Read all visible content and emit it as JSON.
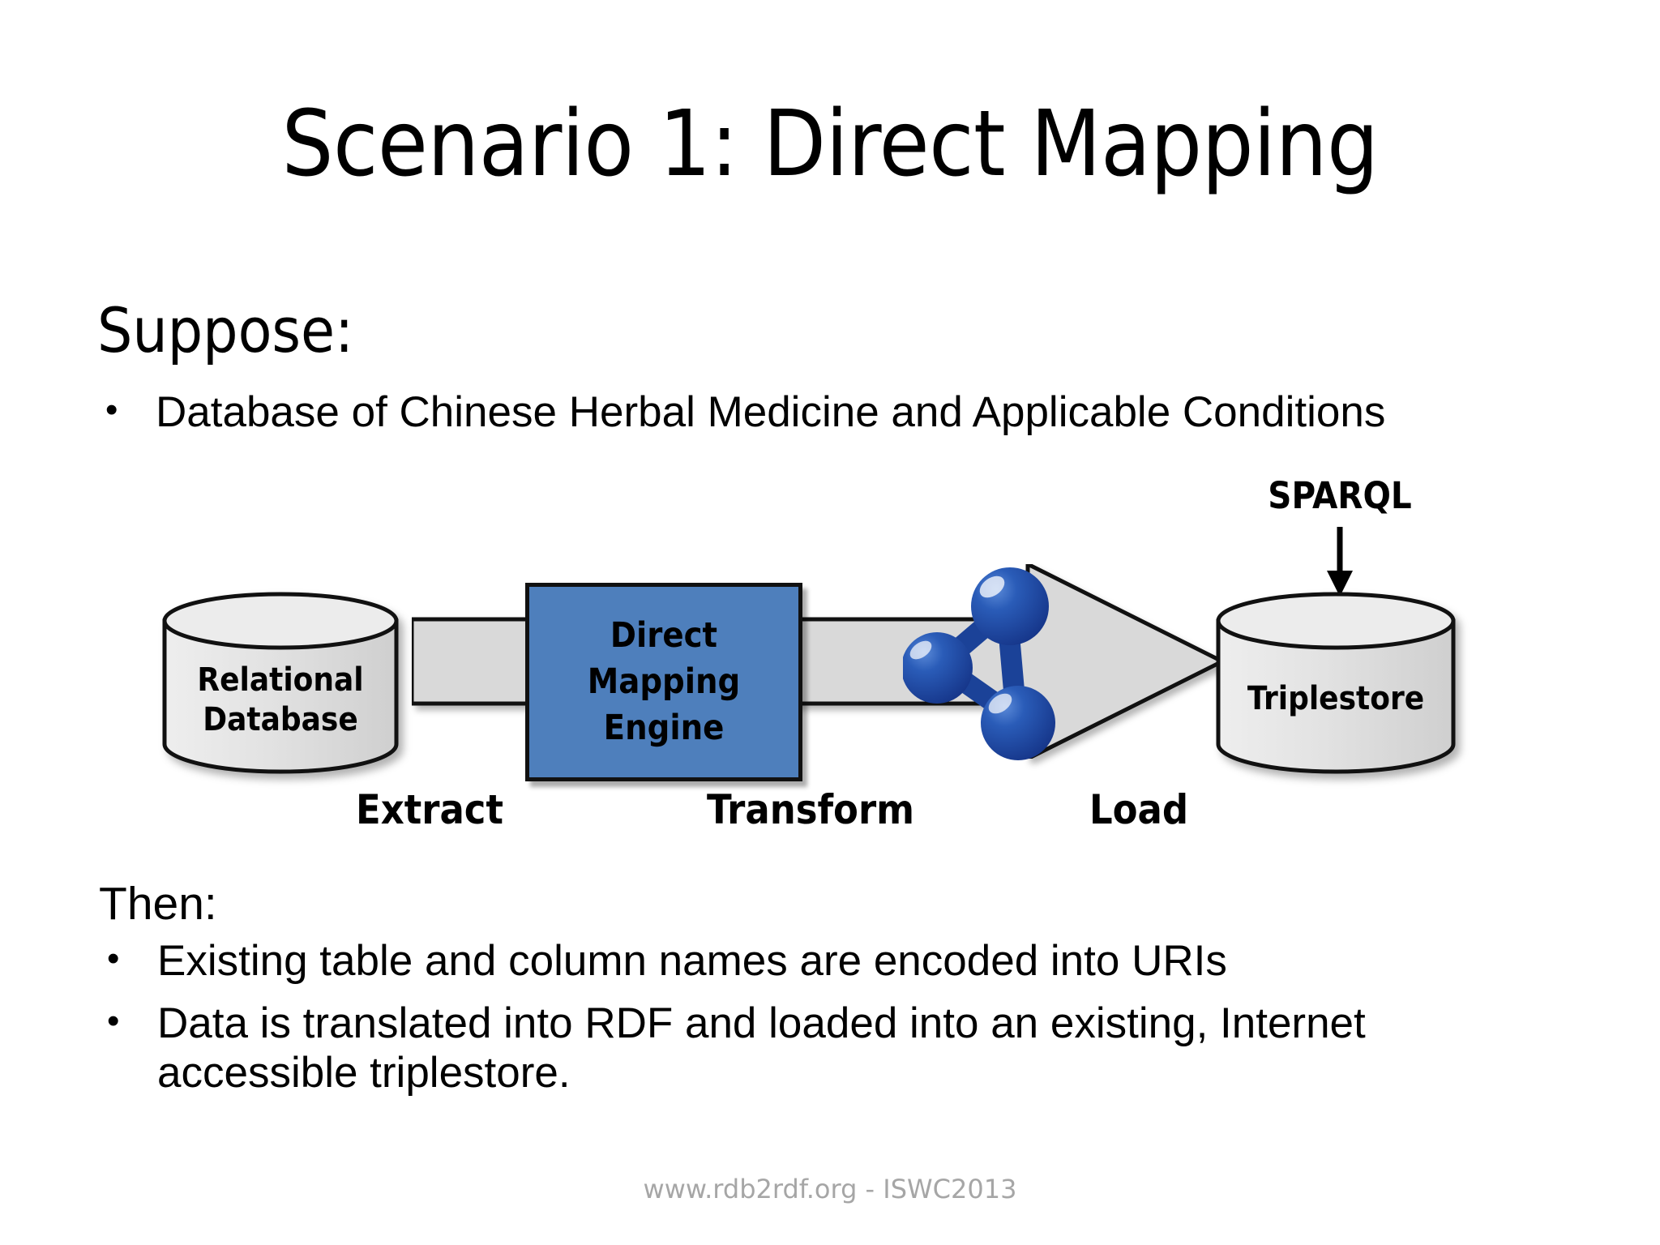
{
  "slide": {
    "title": "Scenario 1: Direct Mapping",
    "background_color": "#ffffff",
    "text_color": "#000000"
  },
  "suppose": {
    "heading": "Suppose:",
    "bullets": [
      {
        "marker": "•",
        "text": "Database of Chinese Herbal Medicine and Applicable Conditions"
      }
    ]
  },
  "diagram": {
    "title": "ETL pipeline: relational database to triplestore",
    "source": {
      "label_line1": "Relational",
      "label_line2": "Database",
      "shape": "cylinder",
      "fill_color": "#e0e0e0",
      "stroke_color": "#111111"
    },
    "engine": {
      "label_line1": "Direct",
      "label_line2": "Mapping",
      "label_line3": "Engine",
      "shape": "rectangle",
      "fill_color": "#4e7fbc",
      "stroke_color": "#111111"
    },
    "rdf_icon": {
      "name": "rdf-graph-icon",
      "node_color": "#1b4298",
      "node_count": 3
    },
    "target": {
      "label": "Triplestore",
      "shape": "cylinder",
      "fill_color": "#e0e0e0",
      "stroke_color": "#111111"
    },
    "query": {
      "label": "SPARQL",
      "arrow_direction": "down"
    },
    "flow_arrow": {
      "fill_color": "#d9d9d9",
      "stroke_color": "#111111",
      "direction": "right"
    },
    "steps": [
      {
        "label": "Extract"
      },
      {
        "label": "Transform"
      },
      {
        "label": "Load"
      }
    ]
  },
  "then": {
    "heading": "Then:",
    "bullets": [
      {
        "marker": "•",
        "text": "Existing table and column names are encoded into URIs"
      },
      {
        "marker": "•",
        "text": "Data is translated into RDF and loaded into an existing, Internet accessible triplestore."
      }
    ]
  },
  "footer": {
    "text": "www.rdb2rdf.org - ISWC2013",
    "color": "#a6a6a6"
  }
}
